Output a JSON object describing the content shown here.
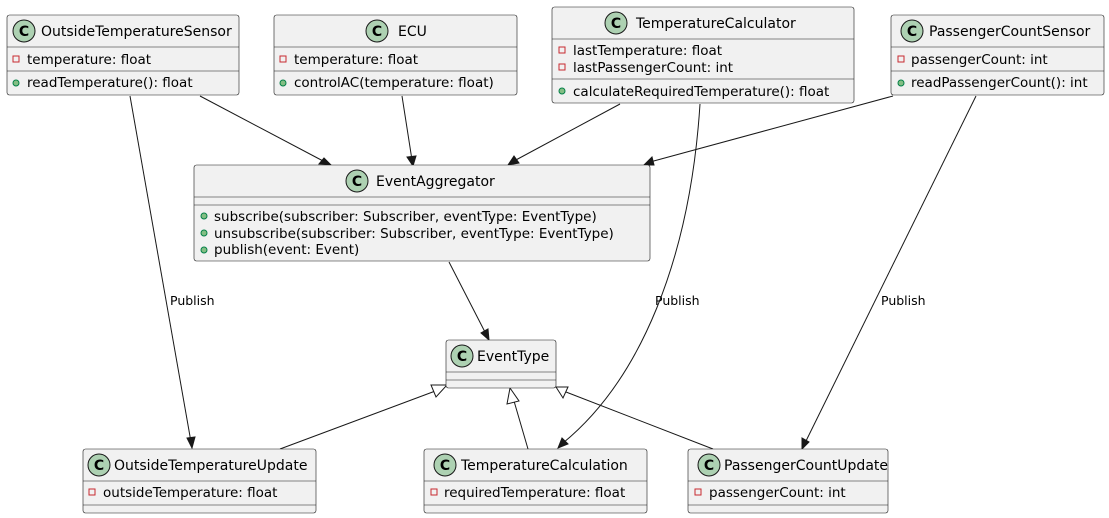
{
  "badge_letter": "C",
  "classes": {
    "outside_sensor": {
      "name": "OutsideTemperatureSensor",
      "fields": [
        "temperature: float"
      ],
      "methods": [
        "readTemperature(): float"
      ]
    },
    "ecu": {
      "name": "ECU",
      "fields": [
        "temperature: float"
      ],
      "methods": [
        "controlAC(temperature: float)"
      ]
    },
    "temp_calculator": {
      "name": "TemperatureCalculator",
      "fields": [
        "lastTemperature: float",
        "lastPassengerCount: int"
      ],
      "methods": [
        "calculateRequiredTemperature(): float"
      ]
    },
    "passenger_sensor": {
      "name": "PassengerCountSensor",
      "fields": [
        "passengerCount: int"
      ],
      "methods": [
        "readPassengerCount(): int"
      ]
    },
    "event_aggregator": {
      "name": "EventAggregator",
      "fields": [],
      "methods": [
        "subscribe(subscriber: Subscriber, eventType: EventType)",
        "unsubscribe(subscriber: Subscriber, eventType: EventType)",
        "publish(event: Event)"
      ]
    },
    "event_type": {
      "name": "EventType",
      "fields": [],
      "methods": []
    },
    "outside_update": {
      "name": "OutsideTemperatureUpdate",
      "fields": [
        "outsideTemperature: float"
      ],
      "methods": []
    },
    "temp_calculation": {
      "name": "TemperatureCalculation",
      "fields": [
        "requiredTemperature: float"
      ],
      "methods": []
    },
    "passenger_update": {
      "name": "PassengerCountUpdate",
      "fields": [
        "passengerCount: int"
      ],
      "methods": []
    }
  },
  "edges": {
    "publish_label_1": "Publish",
    "publish_label_2": "Publish",
    "publish_label_3": "Publish"
  }
}
